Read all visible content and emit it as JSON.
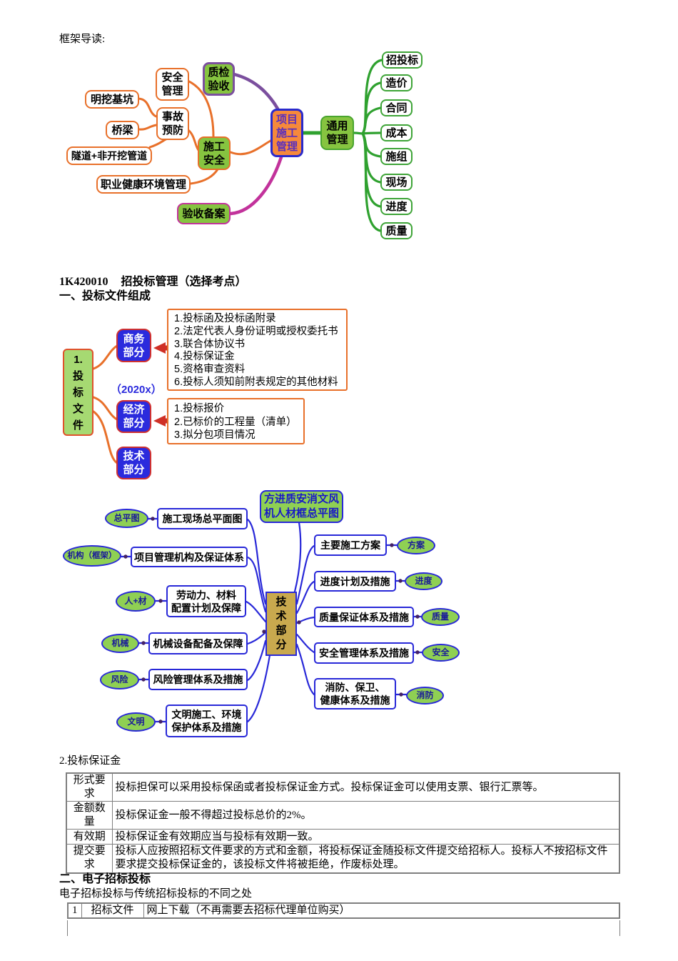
{
  "intro": {
    "label": "框架导读:"
  },
  "colors": {
    "orange": "#E8702A",
    "green_fill": "#86C440",
    "purple": "#7B4F9E",
    "magenta": "#C2329B",
    "blue": "#2828D8",
    "vivid_blue_fill": "#2B2BDD",
    "red": "#CF3030",
    "green_line": "#2FA12F",
    "gold_fill": "#C9A94E",
    "center_fill": "#F6893B",
    "light_green_fill": "#8FD053"
  },
  "map1": {
    "ming_wa": "明挖基坑",
    "qiao_liang": "桥梁",
    "sui_dao": "隧道+非开挖管道",
    "an_quan_guan_li": "安全\n管理",
    "shi_gu_yu_fang": "事故\n预防",
    "zhi_ye": "职业健康环境管理",
    "shi_gong_an_quan": "施工\n安全",
    "zhi_jian_yan_shou": "质检\n验收",
    "yan_shou_bei_an": "验收备案",
    "center": "项目\n施工\n管理",
    "tong_yong": "通用\n管理",
    "right_items": [
      "招投标",
      "造价",
      "合同",
      "成本",
      "施组",
      "现场",
      "进度",
      "质量"
    ]
  },
  "section1": {
    "code": "1K420010",
    "title": "招投标管理（选择考点）",
    "subtitle": "一、投标文件组成"
  },
  "map2": {
    "root": "1.\n投\n标\n文\n件",
    "business": "商务\n部分",
    "economic": "经济\n部分",
    "technical": "技术\n部分",
    "year_note": "（2020x）",
    "business_items": [
      "1.投标函及投标函附录",
      "2.法定代表人身份证明或授权委托书",
      "3.联合体协议书",
      "4.投标保证金",
      "5.资格审查资料",
      "6.投标人须知前附表规定的其他材料"
    ],
    "economic_items": [
      "1.投标报价",
      "2.已标价的工程量（清单）",
      "3.拟分包项目情况"
    ]
  },
  "map3": {
    "mnemonic": "方进质安消文风\n机人材框总平图",
    "center": "技\n术\n部\n分",
    "left": [
      {
        "tag": "总平图",
        "label": "施工现场总平面图"
      },
      {
        "tag": "机构（框架）",
        "label": "项目管理机构及保证体系"
      },
      {
        "tag": "人+材",
        "label": "劳动力、材料\n配置计划及保障"
      },
      {
        "tag": "机械",
        "label": "机械设备配备及保障"
      },
      {
        "tag": "风险",
        "label": "风险管理体系及措施"
      },
      {
        "tag": "文明",
        "label": "文明施工、环境\n保护体系及措施"
      }
    ],
    "right": [
      {
        "label": "主要施工方案",
        "tag": "方案"
      },
      {
        "label": "进度计划及措施",
        "tag": "进度"
      },
      {
        "label": "质量保证体系及措施",
        "tag": "质量"
      },
      {
        "label": "安全管理体系及措施",
        "tag": "安全"
      },
      {
        "label": "消防、保卫、\n健康体系及措施",
        "tag": "消防"
      }
    ]
  },
  "deposit": {
    "title": "2.投标保证金",
    "rows": [
      {
        "key": "形式要求",
        "value": "投标担保可以采用投标保函或者投标保证金方式。投标保证金可以使用支票、银行汇票等。"
      },
      {
        "key": "金额数量",
        "value": "投标保证金一般不得超过投标总价的2%。"
      },
      {
        "key": "有效期",
        "value": "投标保证金有效期应当与投标有效期一致。"
      },
      {
        "key": "提交要求",
        "value": "投标人应按照招标文件要求的方式和金额，将投标保证金随投标文件提交给招标人。投标人不按招标文件要求提交投标保证金的，该投标文件将被拒绝，作废标处理。"
      }
    ]
  },
  "section2": {
    "title": "二、电子招标投标",
    "subtitle": "电子招标投标与传统招标投标的不同之处"
  },
  "etender": {
    "rows": [
      {
        "num": "1",
        "key": "招标文件",
        "value": "网上下载（不再需要去招标代理单位购买）"
      }
    ]
  }
}
